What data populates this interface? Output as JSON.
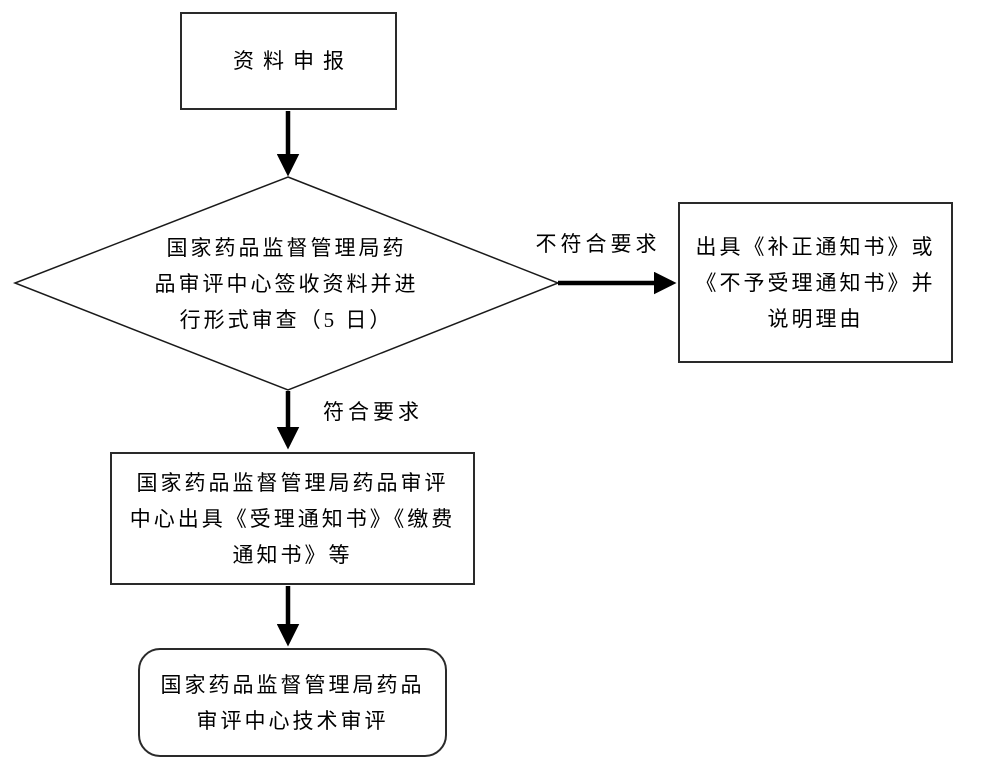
{
  "flowchart": {
    "background_color": "#ffffff",
    "line_color": "#000000",
    "border_color": "#2a2a2a",
    "text_color": "#000000",
    "nodes": {
      "start": {
        "type": "rectangle",
        "label": "资料申报"
      },
      "decision": {
        "type": "diamond",
        "label": "国家药品监督管理局药\n品审评中心签收资料并进\n行形式审查（5 日）"
      },
      "reject": {
        "type": "rectangle",
        "label": "出具《补正通知书》或\n《不予受理通知书》并\n说明理由"
      },
      "accept": {
        "type": "rectangle",
        "label": "国家药品监督管理局药品审评\n中心出具《受理通知书》《缴费\n通知书》等"
      },
      "review": {
        "type": "rounded-rectangle",
        "label": "国家药品监督管理局药品\n审评中心技术审评"
      }
    },
    "edges": [
      {
        "from": "start",
        "to": "decision",
        "label": ""
      },
      {
        "from": "decision",
        "to": "reject",
        "label": "不符合要求"
      },
      {
        "from": "decision",
        "to": "accept",
        "label": "符合要求"
      },
      {
        "from": "accept",
        "to": "review",
        "label": ""
      }
    ]
  }
}
